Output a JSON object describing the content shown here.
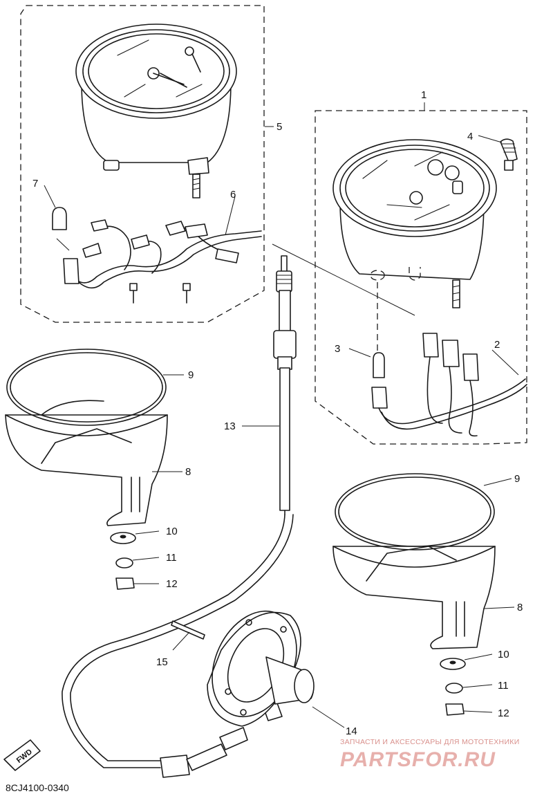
{
  "labels": {
    "p1": "1",
    "p2": "2",
    "p3": "3",
    "p4": "4",
    "p5": "5",
    "p6": "6",
    "p7": "7",
    "p8a": "8",
    "p8b": "8",
    "p9a": "9",
    "p9b": "9",
    "p10a": "10",
    "p10b": "10",
    "p11a": "11",
    "p11b": "11",
    "p12a": "12",
    "p12b": "12",
    "p13": "13",
    "p14": "14",
    "p15": "15"
  },
  "fwd_label": "FWD",
  "diagram_code": "8CJ4100-0340",
  "watermark": {
    "line1": "ЗАПЧАСТИ И АКСЕССУАРЫ ДЛЯ МОТОТЕХНИКИ",
    "line2": "PARTSFOR.RU"
  }
}
